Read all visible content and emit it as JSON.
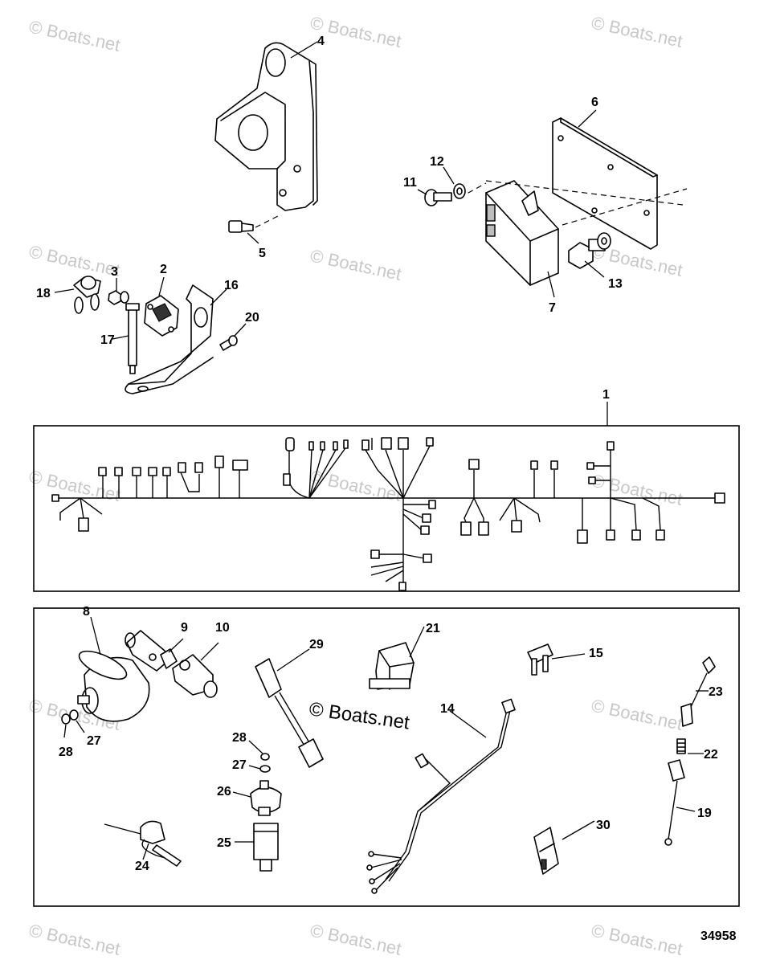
{
  "watermark": "© Boats.net",
  "figure_number": "34958",
  "callouts": [
    "1",
    "2",
    "3",
    "4",
    "5",
    "6",
    "7",
    "8",
    "9",
    "10",
    "11",
    "12",
    "13",
    "14",
    "15",
    "16",
    "17",
    "18",
    "19",
    "20",
    "21",
    "22",
    "23",
    "24",
    "25",
    "26",
    "27",
    "28",
    "29",
    "30"
  ]
}
